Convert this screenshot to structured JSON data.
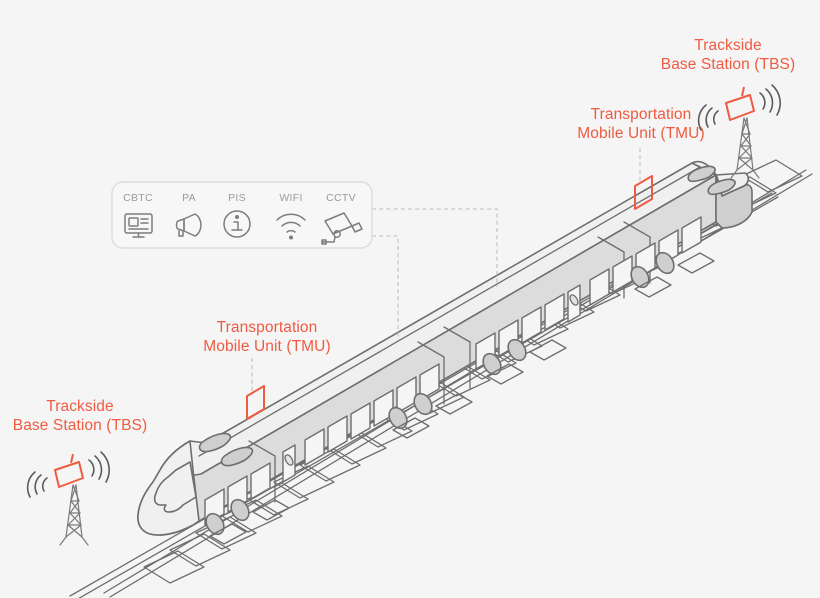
{
  "diagram": {
    "title": "Railway CBTC communication architecture",
    "background_color": "#f5f5f5",
    "accent_color": "#ef5b42",
    "line_color": "#6e6e6e",
    "body_fill_light": "#f2f2f2",
    "body_fill_mid": "#d8d8d8",
    "body_fill_dark": "#c9c9c9"
  },
  "labels": {
    "tbs_top": "Trackside\nBase Station (TBS)",
    "tmu_top": "Transportation\nMobile Unit (TMU)",
    "tmu_bottom": "Transportation\nMobile Unit (TMU)",
    "tbs_bottom": "Trackside\nBase Station (TBS)"
  },
  "services_panel": {
    "items": [
      {
        "label": "CBTC",
        "icon": "monitor-icon"
      },
      {
        "label": "PA",
        "icon": "megaphone-icon"
      },
      {
        "label": "PIS",
        "icon": "information-circle-icon"
      },
      {
        "label": "WIFI",
        "icon": "wifi-icon"
      },
      {
        "label": "CCTV",
        "icon": "cctv-camera-icon"
      }
    ],
    "border_color": "#dcdcdc",
    "fill_color": "#f7f7f7"
  },
  "elements": {
    "train": "high-speed-train-isometric",
    "track": "railway-track-isometric",
    "tower_top": "trackside-base-station-tower",
    "tower_bottom": "trackside-base-station-tower",
    "tmu_marker_front": "tmu-antenna-marker",
    "tmu_marker_rear": "tmu-antenna-marker",
    "connectors": "dashed-callout-lines"
  }
}
